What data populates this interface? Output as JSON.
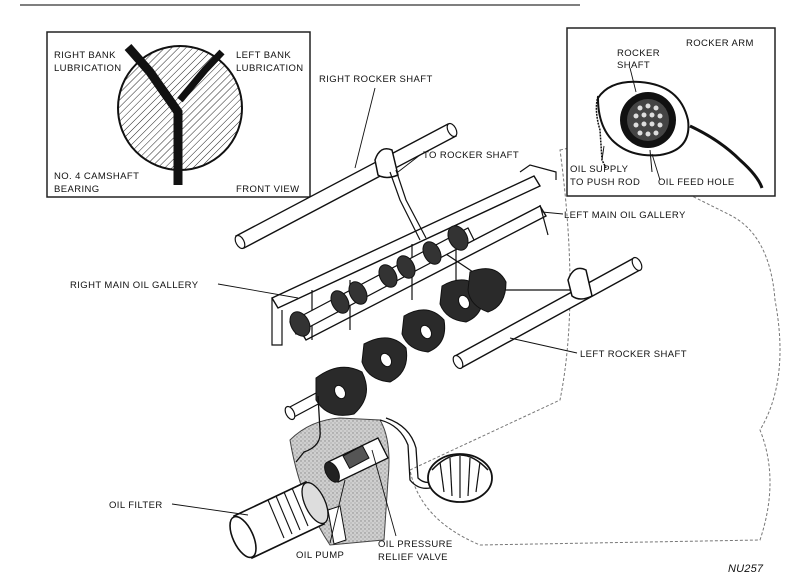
{
  "inset_front_view": {
    "right_bank_line1": "RIGHT BANK",
    "right_bank_line2": "LUBRICATION",
    "left_bank_line1": "LEFT BANK",
    "left_bank_line2": "LUBRICATION",
    "bearing_line1": "NO. 4 CAMSHAFT",
    "bearing_line2": "BEARING",
    "front_view": "FRONT VIEW"
  },
  "inset_rocker": {
    "rocker_arm": "ROCKER ARM",
    "rocker_shaft_line1": "ROCKER",
    "rocker_shaft_line2": "SHAFT",
    "oil_supply_line1": "OIL SUPPLY",
    "oil_supply_line2": "TO PUSH ROD",
    "oil_feed_hole": "OIL FEED HOLE"
  },
  "labels": {
    "right_rocker_shaft": "RIGHT ROCKER SHAFT",
    "to_rocker_shaft": "TO ROCKER SHAFT",
    "left_main_oil_gallery": "LEFT MAIN OIL GALLERY",
    "right_main_oil_gallery": "RIGHT MAIN OIL GALLERY",
    "left_rocker_shaft": "LEFT ROCKER SHAFT",
    "oil_filter": "OIL FILTER",
    "oil_pump": "OIL PUMP",
    "relief_valve_line1": "OIL PRESSURE",
    "relief_valve_line2": "RELIEF VALVE"
  },
  "figure_code": "NU257"
}
